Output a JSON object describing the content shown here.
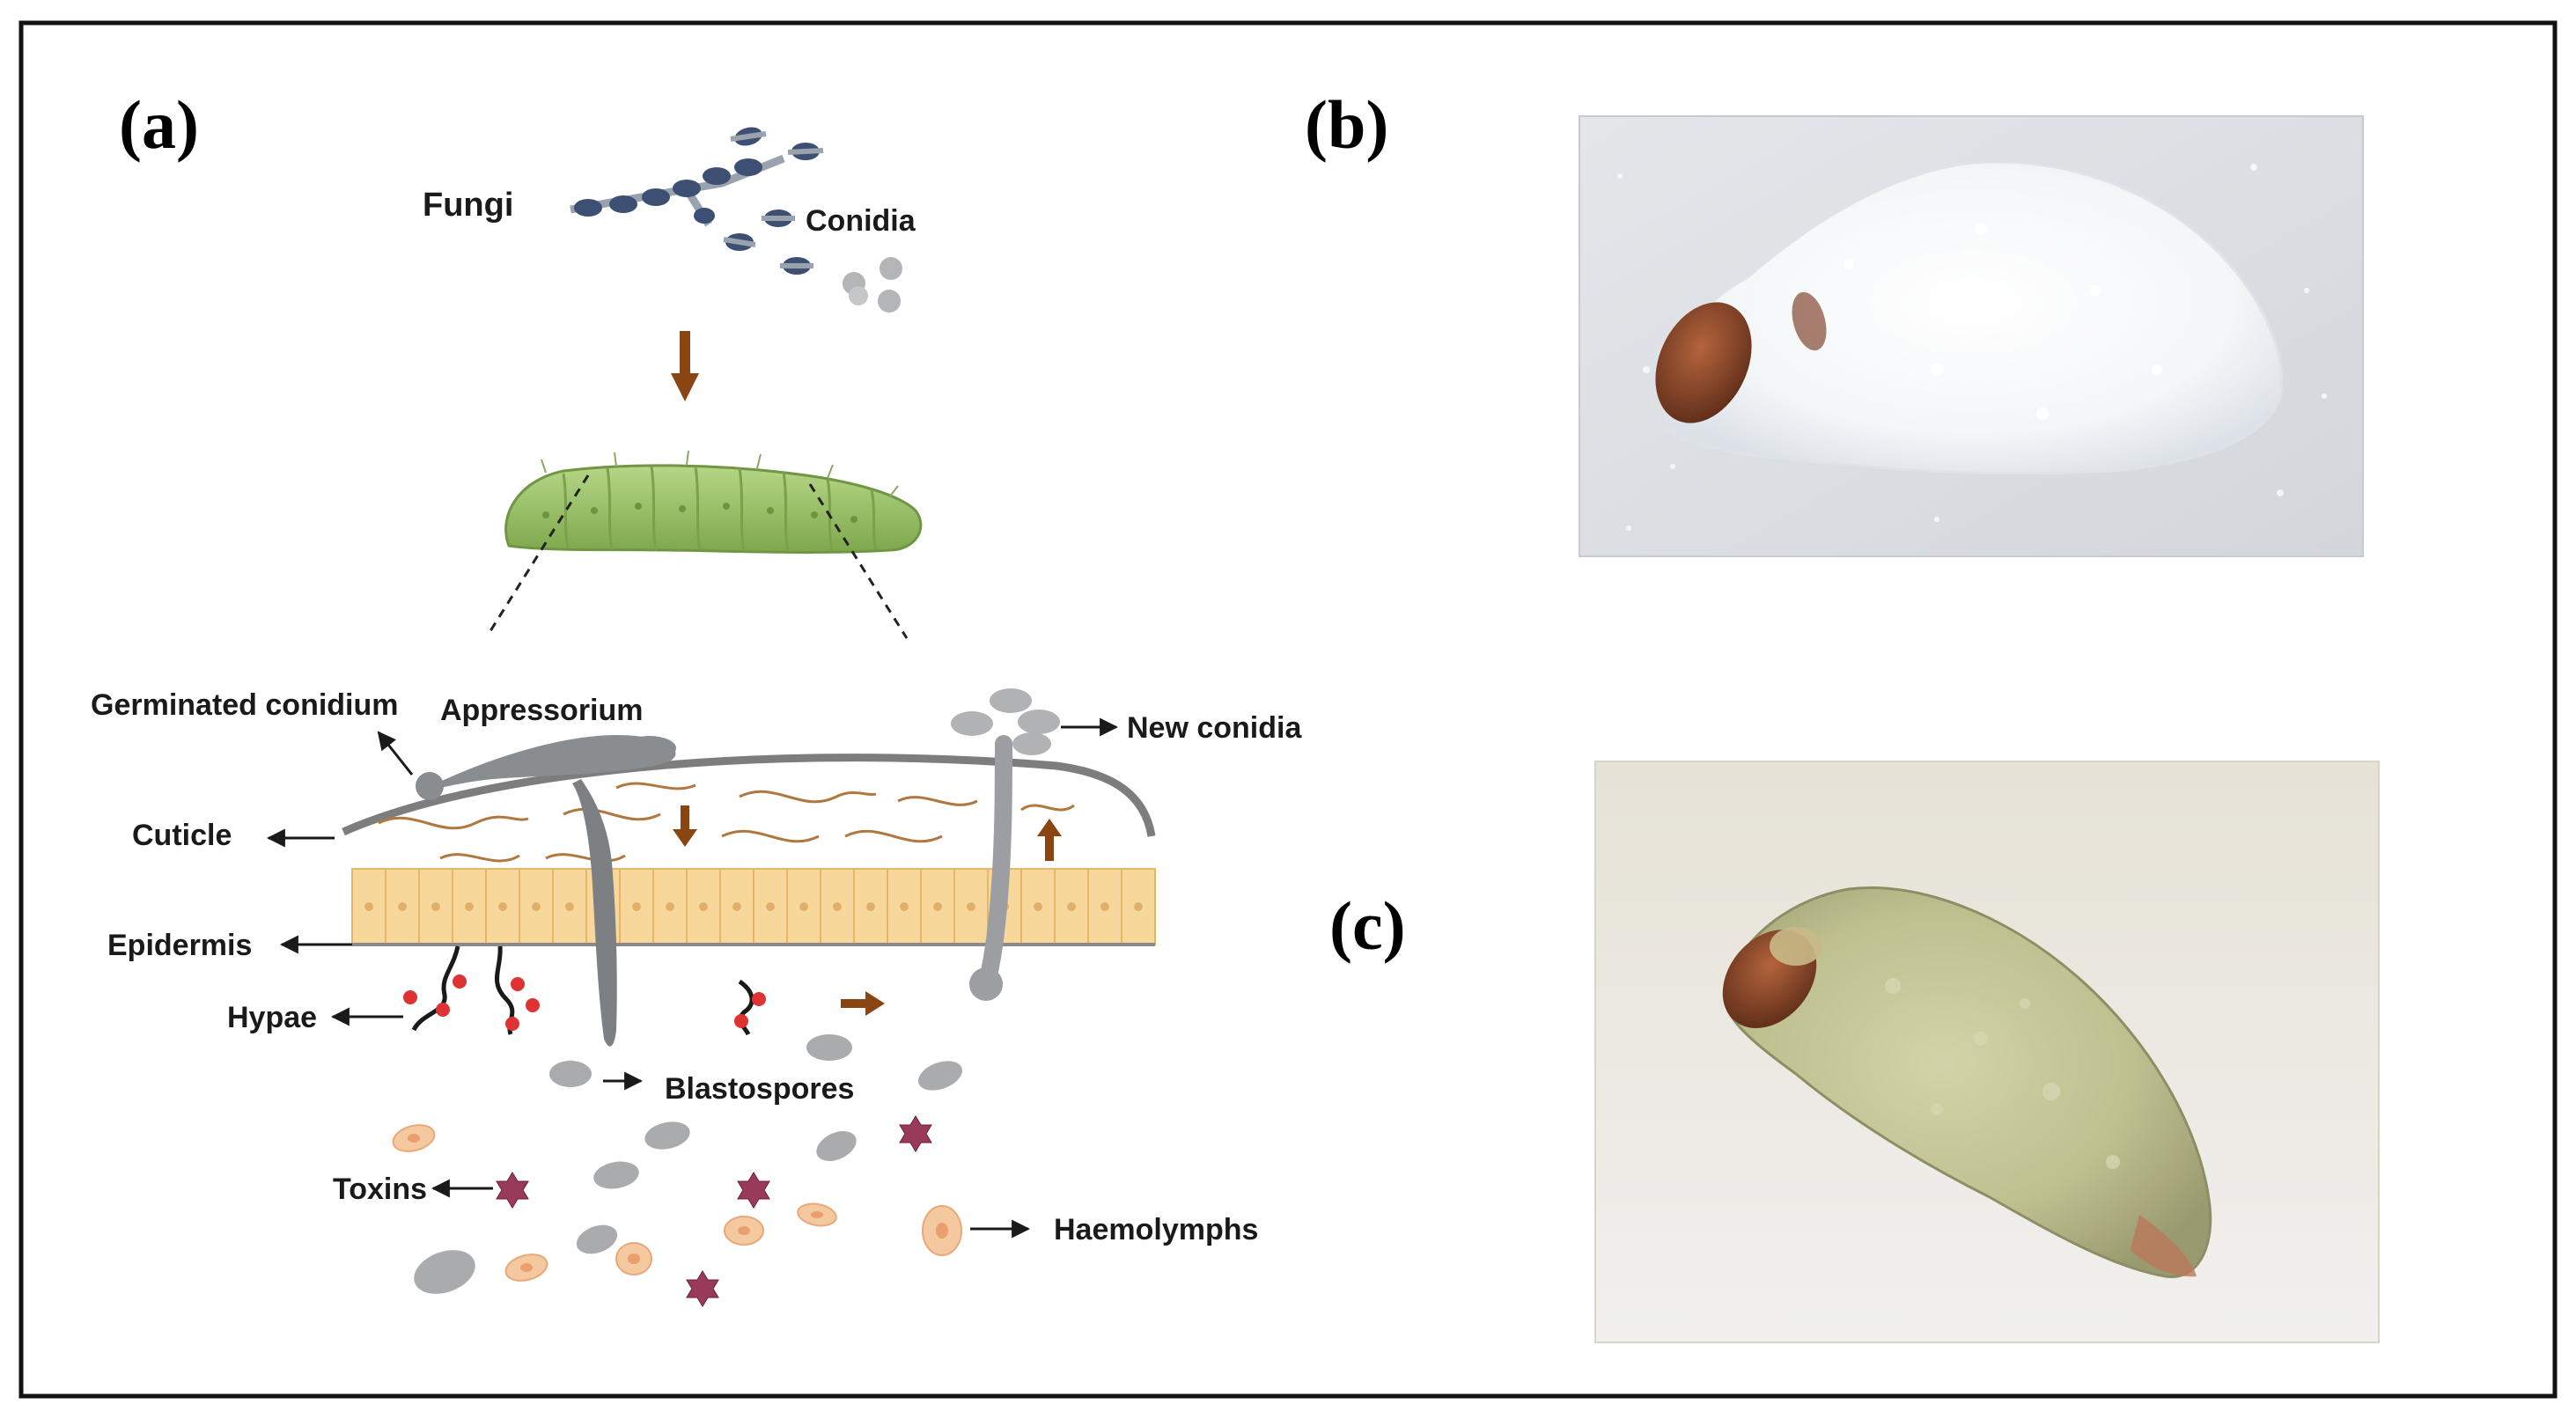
{
  "panels": {
    "a": "(a)",
    "b": "(b)",
    "c": "(c)"
  },
  "labels": {
    "fungi": "Fungi",
    "conidia": "Conidia",
    "germinated_conidium": "Germinated conidium",
    "appressorium": "Appressorium",
    "new_conidia": "New conidia",
    "cuticle": "Cuticle",
    "epidermis": "Epidermis",
    "hypae": "Hypae",
    "blastospores": "Blastospores",
    "toxins": "Toxins",
    "haemolymphs": "Haemolymphs"
  },
  "colors": {
    "arrow_brown": "#8B4513",
    "larva_green": "#9CC46A",
    "epidermis_cell": "#F7D79A",
    "cuticle_gray": "#7d7d7d",
    "fungal_gray": "#8a8d90",
    "conidia_blue": "#3d4f73",
    "toxin": "#9a3a5a",
    "haemolymph": "#F5C9A0",
    "hypha_dot": "#d33"
  }
}
